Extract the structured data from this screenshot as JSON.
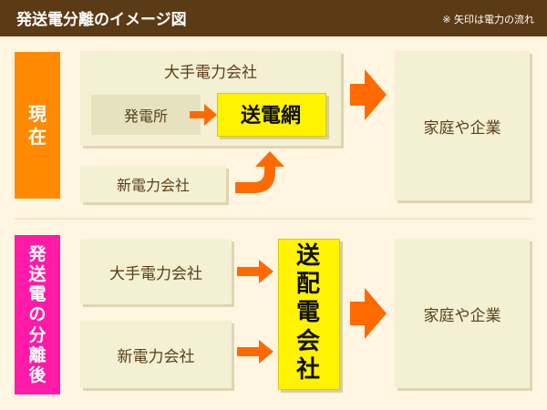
{
  "header": {
    "title": "発送電分離のイメージ図",
    "note": "※ 矢印は電力の流れ"
  },
  "present": {
    "label": [
      "現",
      "在"
    ],
    "big_company": "大手電力会社",
    "power_plant": "発電所",
    "transmission": "送電網",
    "new_company": "新電力会社",
    "consumers": "家庭や企業"
  },
  "after": {
    "label": [
      "発",
      "送",
      "電",
      "の",
      "分",
      "離",
      "後"
    ],
    "big_company": "大手電力会社",
    "new_company": "新電力会社",
    "distribution": [
      "送",
      "配",
      "電",
      "会",
      "社"
    ],
    "consumers": "家庭や企業"
  },
  "colors": {
    "header_bg": "#5b3b16",
    "present_label": "#ff8a00",
    "after_label": "#ff1aa8",
    "arrow": "#ff6a00",
    "highlight": "#fff300"
  }
}
